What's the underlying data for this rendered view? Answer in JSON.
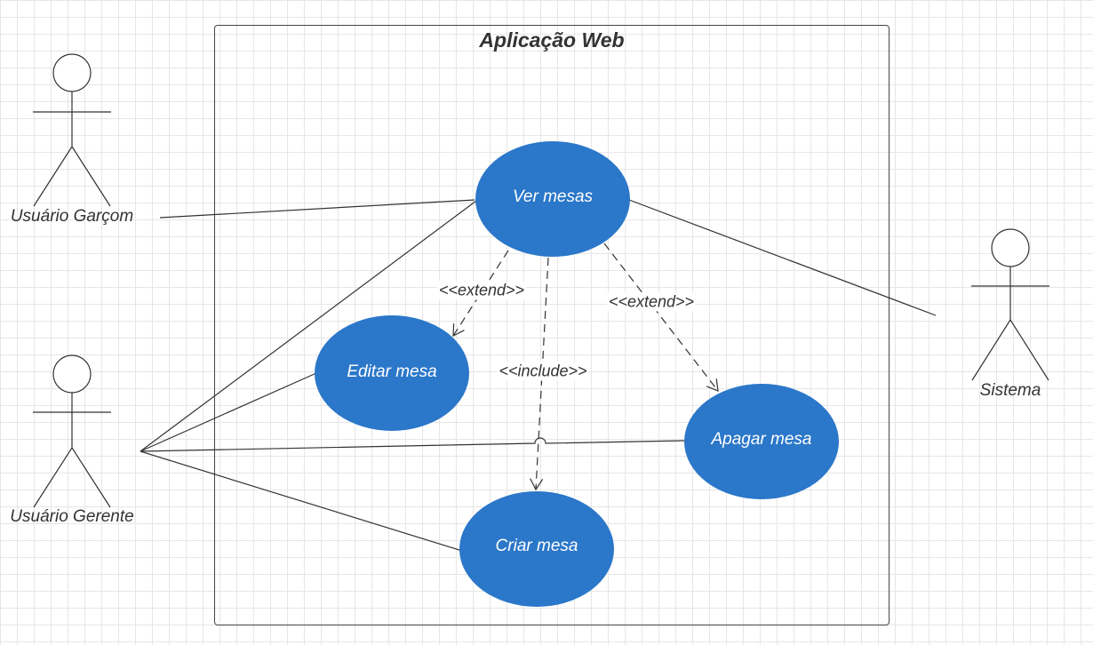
{
  "system": {
    "title": "Aplicação Web"
  },
  "actors": {
    "garcom": "Usuário Garçom",
    "gerente": "Usuário Gerente",
    "sistema": "Sistema"
  },
  "use_cases": {
    "ver_mesas": "Ver mesas",
    "editar_mesa": "Editar mesa",
    "apagar_mesa": "Apagar mesa",
    "criar_mesa": "Criar mesa"
  },
  "relations": {
    "extend_editar": "<<extend>>",
    "extend_apagar": "<<extend>>",
    "include_criar": "<<include>>"
  },
  "colors": {
    "use_case_fill": "#2B77C9",
    "line": "#333333"
  }
}
